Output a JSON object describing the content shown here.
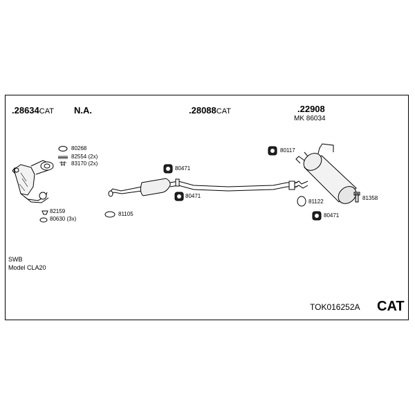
{
  "parts": {
    "front": {
      "number": ".28634",
      "suffix": "CAT"
    },
    "na": "N.A.",
    "middle": {
      "number": ".28088",
      "suffix": "CAT"
    },
    "rear": {
      "number": ".22908",
      "sub": "MK 86034"
    }
  },
  "callouts": {
    "c80268": "80268",
    "c82554": "82554 (2x)",
    "c83170": "83170 (2x)",
    "c82159": "82159",
    "c80630": "80630 (3x)",
    "c81105": "81105",
    "c80471a": "80471",
    "c80471b": "80471",
    "c80117": "80117",
    "c81122": "81122",
    "c81358": "81358",
    "c80471c": "80471"
  },
  "notes": {
    "line1": "SWB",
    "line2": "Model CLA20"
  },
  "footer": {
    "code": "TOK016252A",
    "brand": "CAT"
  }
}
